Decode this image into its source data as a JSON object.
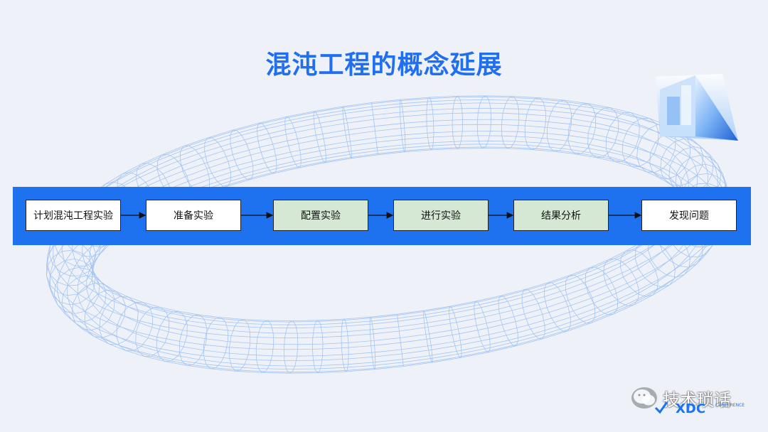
{
  "title": "混沌工程的概念延展",
  "colors": {
    "accent_blue": "#1f72ef",
    "title_blue": "#1f6ff0",
    "active_step_fill": "#d5e8d4",
    "step_fill": "#ffffff"
  },
  "flow": {
    "steps": [
      {
        "label": "计划混沌工程实验",
        "highlighted": false
      },
      {
        "label": "准备实验",
        "highlighted": false
      },
      {
        "label": "配置实验",
        "highlighted": true
      },
      {
        "label": "进行实验",
        "highlighted": true
      },
      {
        "label": "结果分析",
        "highlighted": true
      },
      {
        "label": "发现问题",
        "highlighted": false
      }
    ]
  },
  "watermark": {
    "text": "技术琐话",
    "icon": "wechat-icon"
  },
  "logo": {
    "text": "XDC",
    "subtext": "CONFERENCE"
  }
}
